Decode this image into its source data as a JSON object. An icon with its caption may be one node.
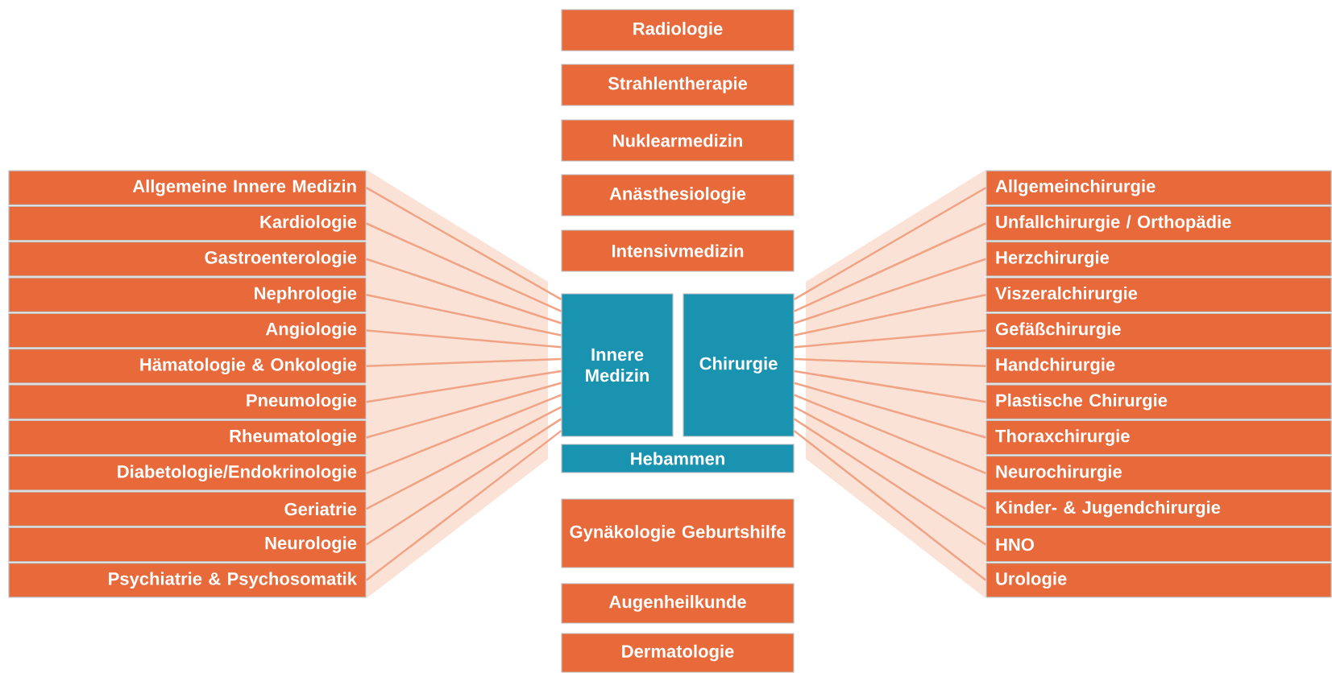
{
  "diagram": {
    "nodes": [
      {
        "text": [
          "Radiologie"
        ]
      },
      {
        "text": [
          "Strahlentherapie"
        ]
      },
      {
        "text": [
          "Nuklearmedizin"
        ]
      },
      {
        "text": [
          "Anästhesiologie"
        ]
      },
      {
        "text": [
          "Intensivmedizin"
        ]
      },
      {
        "text": [
          "Allgemeine Innere Medizin"
        ]
      },
      {
        "text": [
          "Kardiologie"
        ]
      },
      {
        "text": [
          "Gastroenterologie"
        ]
      },
      {
        "text": [
          "Nephrologie"
        ]
      },
      {
        "text": [
          "Angiologie"
        ]
      },
      {
        "text": [
          "Hämatologie & Onkologie"
        ]
      },
      {
        "text": [
          "Pneumologie"
        ]
      },
      {
        "text": [
          "Rheumatologie"
        ]
      },
      {
        "text": [
          "Diabetologie/Endokrinologie"
        ]
      },
      {
        "text": [
          "Geriatrie"
        ]
      },
      {
        "text": [
          "Neurologie"
        ]
      },
      {
        "text": [
          "Psychiatrie & Psychosomatik"
        ]
      },
      {
        "text": [
          "Innere Medizin"
        ]
      },
      {
        "text": [
          "Chirurgie"
        ]
      },
      {
        "text": [
          "Hebammen"
        ]
      },
      {
        "text": [
          "Gynäkologie Geburtshilfe"
        ]
      },
      {
        "text": [
          "Augenheilkunde"
        ]
      },
      {
        "text": [
          "Dermatologie"
        ]
      },
      {
        "text": [
          "Allgemeinchirurgie"
        ]
      },
      {
        "text": [
          "Unfallchirurgie / Orthopädie"
        ]
      },
      {
        "text": [
          "Herzchirurgie"
        ]
      },
      {
        "text": [
          "Viszeralchirurgie"
        ]
      },
      {
        "text": [
          "Gefäßchirurgie"
        ]
      },
      {
        "text": [
          "Handchirurgie"
        ]
      },
      {
        "text": [
          "Plastische Chirurgie"
        ]
      },
      {
        "text": [
          "Thoraxchirurgie"
        ]
      },
      {
        "text": [
          "Neurochirurgie"
        ]
      },
      {
        "text": [
          "Kinder- & Jugendchirurgie"
        ]
      },
      {
        "text": [
          "HNO"
        ]
      },
      {
        "text": [
          "Urologie"
        ]
      }
    ],
    "edges": [
      {
        "from": 5,
        "to": 17,
        "arrow": "none"
      },
      {
        "from": 6,
        "to": 17,
        "arrow": "none"
      },
      {
        "from": 7,
        "to": 17,
        "arrow": "none"
      },
      {
        "from": 8,
        "to": 17,
        "arrow": "none"
      },
      {
        "from": 9,
        "to": 17,
        "arrow": "none"
      },
      {
        "from": 10,
        "to": 17,
        "arrow": "none"
      },
      {
        "from": 11,
        "to": 17,
        "arrow": "none"
      },
      {
        "from": 12,
        "to": 17,
        "arrow": "none"
      },
      {
        "from": 13,
        "to": 17,
        "arrow": "none"
      },
      {
        "from": 14,
        "to": 17,
        "arrow": "none"
      },
      {
        "from": 15,
        "to": 17,
        "arrow": "none"
      },
      {
        "from": 16,
        "to": 17,
        "arrow": "none"
      },
      {
        "from": 23,
        "to": 18,
        "arrow": "none"
      },
      {
        "from": 24,
        "to": 18,
        "arrow": "none"
      },
      {
        "from": 25,
        "to": 18,
        "arrow": "none"
      },
      {
        "from": 26,
        "to": 18,
        "arrow": "none"
      },
      {
        "from": 27,
        "to": 18,
        "arrow": "none"
      },
      {
        "from": 28,
        "to": 18,
        "arrow": "none"
      },
      {
        "from": 29,
        "to": 18,
        "arrow": "none"
      },
      {
        "from": 30,
        "to": 18,
        "arrow": "none"
      },
      {
        "from": 31,
        "to": 18,
        "arrow": "none"
      },
      {
        "from": 32,
        "to": 18,
        "arrow": "none"
      },
      {
        "from": 33,
        "to": 18,
        "arrow": "none"
      },
      {
        "from": 34,
        "to": 18,
        "arrow": "none"
      }
    ]
  }
}
